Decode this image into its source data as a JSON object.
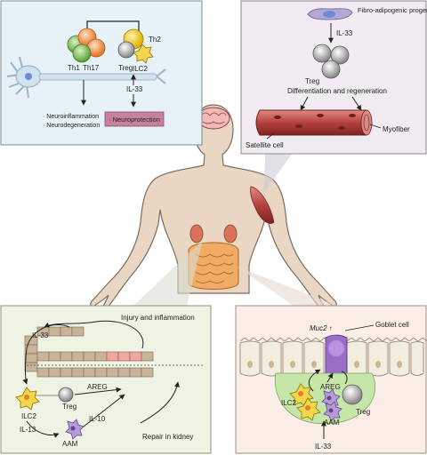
{
  "panels": {
    "brain": {
      "cells": {
        "th1": "Th1",
        "th17": "Th17",
        "treg": "Treg",
        "ilc2": "ILC2",
        "th2": "Th2"
      },
      "il33": "IL-33",
      "outcomes": [
        "· Neuroinflammation",
        "· Neurodegeneration"
      ],
      "protection": "· Neuroprotection"
    },
    "muscle": {
      "progenitor": "Fibro-adipogenic progenitor",
      "il33": "IL-33",
      "treg": "Treg",
      "differentiation": "Differentiation and regeneration",
      "satellite": "Satellite cell",
      "myofiber": "Myofiber"
    },
    "kidney": {
      "injury": "Injury and inflammation",
      "il33": "IL-33",
      "ilc2": "ILC2",
      "treg": "Treg",
      "areg": "AREG",
      "il13": "IL-13",
      "aam": "AAM",
      "il10": "IL-10",
      "repair": "Repair in kidney"
    },
    "gut": {
      "muc2": "Muc2 ↑",
      "goblet": "Goblet cell",
      "areg": "AREG",
      "ilc2": "ILC2",
      "treg": "Treg",
      "aam": "AAM",
      "il33": "IL-33"
    }
  },
  "colors": {
    "brain_panel": "#e6f2f8",
    "muscle_panel": "#f0ecf1",
    "kidney_panel": "#eef3e4",
    "gut_panel": "#faeee7",
    "body": "#e9d7c4",
    "protection_box": "#c6829d",
    "muscle_red": "#b5413e"
  }
}
